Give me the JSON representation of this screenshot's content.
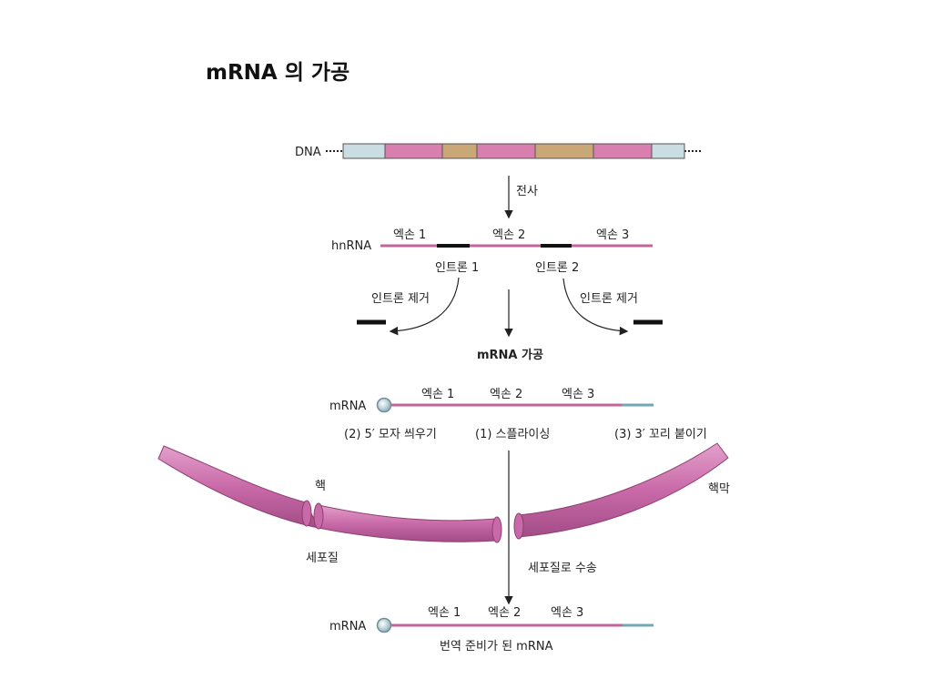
{
  "title": "mRNA 의 가공",
  "dna": {
    "label": "DNA"
  },
  "steps": {
    "transcription": "전사",
    "processing": "mRNA 가공",
    "transport": "세포질로 수송"
  },
  "hnrna": {
    "label": "hnRNA",
    "exons": [
      "엑손 1",
      "엑손 2",
      "엑손 3"
    ],
    "introns": [
      "인트론 1",
      "인트론 2"
    ],
    "removal_left": "인트론 제거",
    "removal_right": "인트론 제거"
  },
  "mrna_nucleus": {
    "label": "mRNA",
    "exons": [
      "엑손 1",
      "엑손 2",
      "엑손 3"
    ],
    "cap": "(2) 5′ 모자 씌우기",
    "splicing": "(1) 스플라이싱",
    "tail": "(3) 3′ 꼬리 붙이기"
  },
  "membrane": {
    "nucleus": "핵",
    "nuclear_membrane": "핵막",
    "cytoplasm": "세포질"
  },
  "mrna_cytoplasm": {
    "label": "mRNA",
    "exons": [
      "엑손 1",
      "엑손 2",
      "엑손 3"
    ],
    "caption": "번역 준비가 된 mRNA"
  },
  "colors": {
    "exon": "#d97fb0",
    "intron": "#c9a777",
    "flank": "#c9dde3",
    "membrane": "#c96aa8",
    "rna": "#c2649a",
    "tail": "#6fa9b8"
  }
}
